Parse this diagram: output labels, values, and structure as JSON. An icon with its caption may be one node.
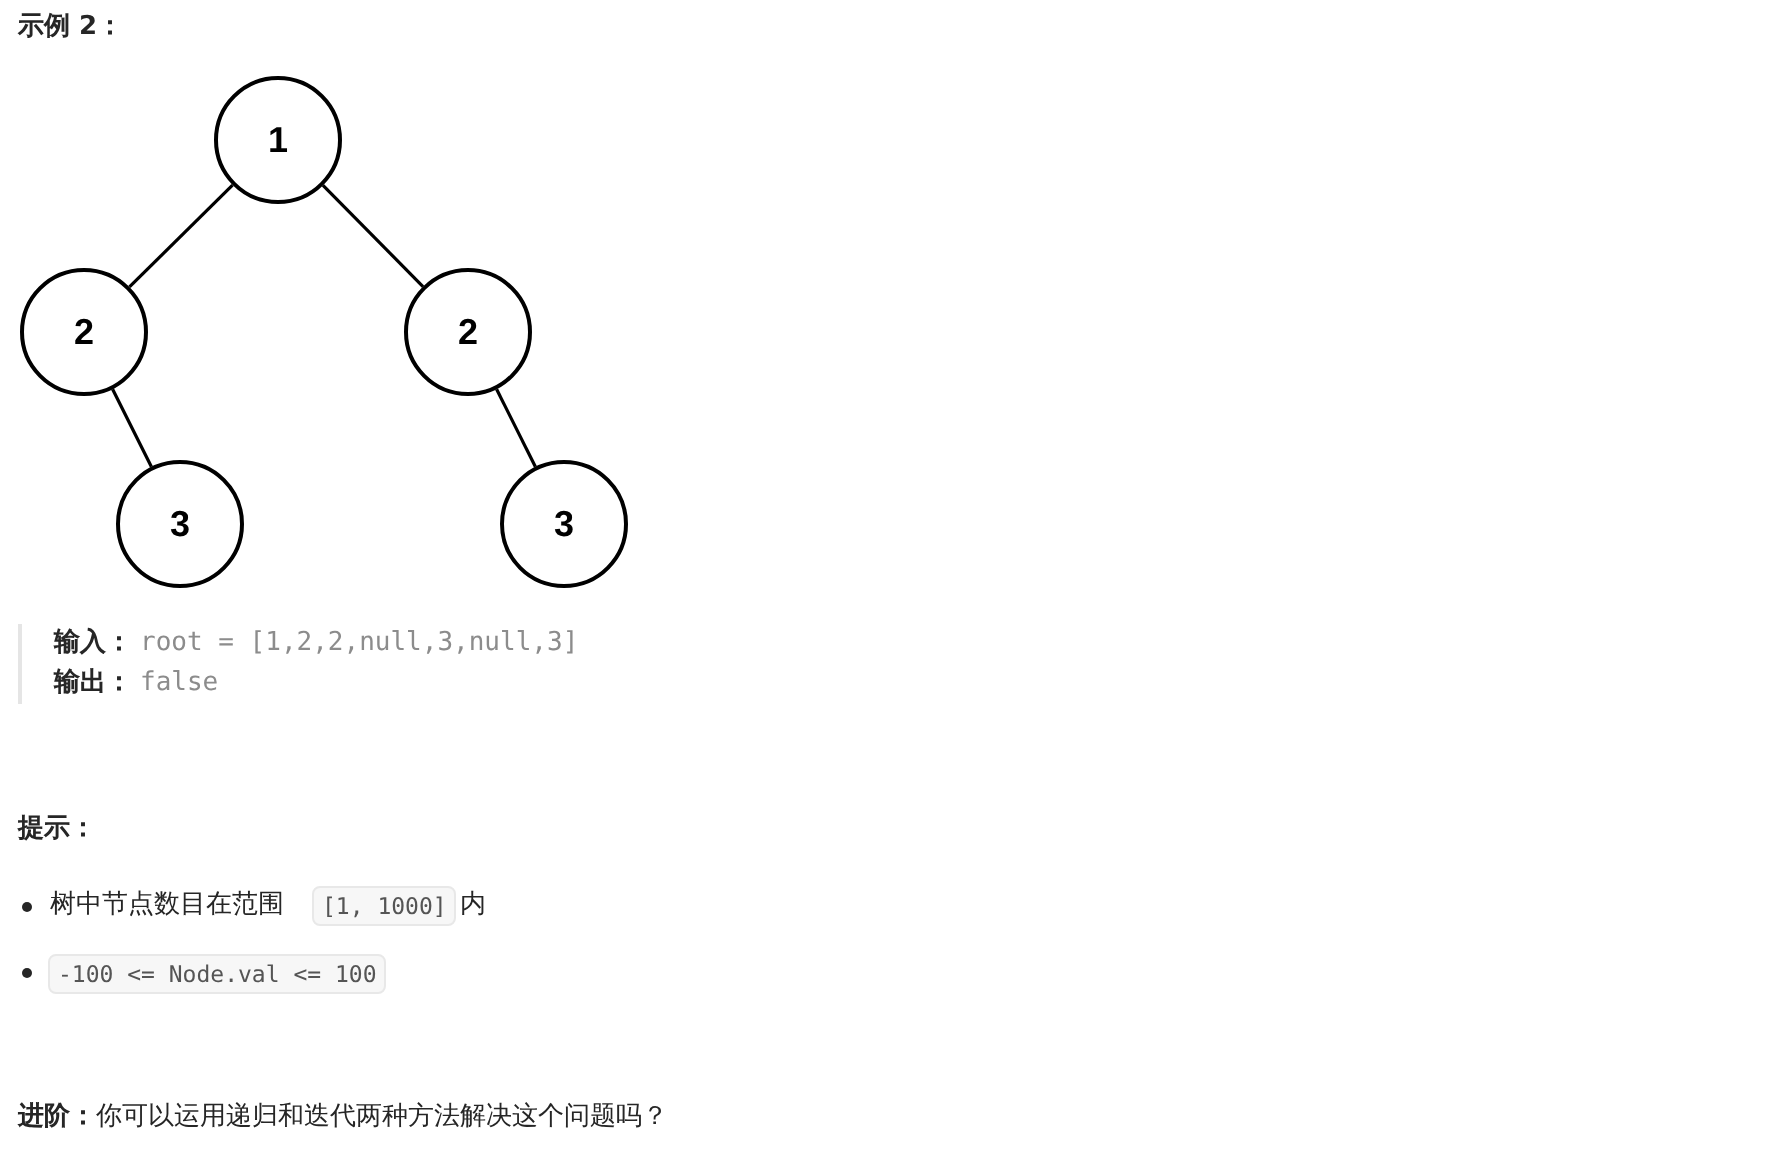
{
  "diagram": {
    "title": "示例 2：",
    "nodes": [
      {
        "text": [
          "1"
        ]
      },
      {
        "text": [
          "2"
        ]
      },
      {
        "text": [
          "2"
        ]
      },
      {
        "text": [
          "3"
        ]
      },
      {
        "text": [
          "3"
        ]
      }
    ],
    "edges": [
      {
        "from": 0,
        "to": 1,
        "arrow": "none"
      },
      {
        "from": 0,
        "to": 2,
        "arrow": "none"
      },
      {
        "from": 1,
        "to": 3,
        "arrow": "none"
      },
      {
        "from": 2,
        "to": 4,
        "arrow": "none"
      }
    ],
    "labels": [
      "输入：",
      "root = [1,2,2,null,3,null,3]",
      "输出：",
      "false",
      "提示：",
      "树中节点数目在范围",
      "[1, 1000]",
      "内",
      "-100 <= Node.val <= 100",
      "**进阶：**你可以运用递归和迭代两种方法解决这个问题吗？"
    ]
  }
}
